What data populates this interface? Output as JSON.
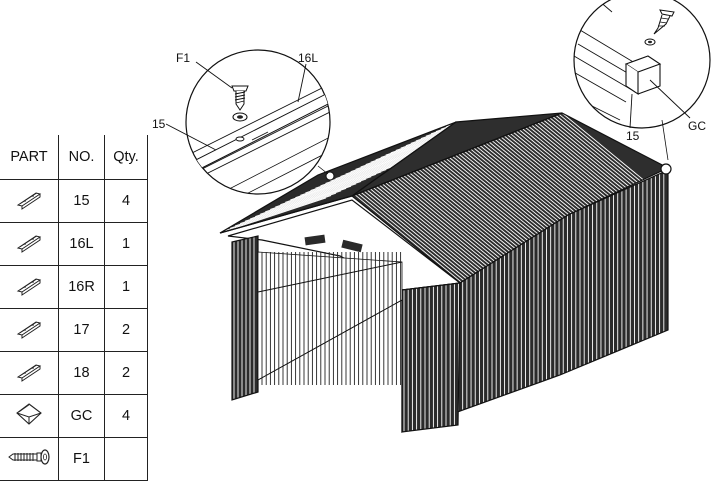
{
  "table": {
    "headers": [
      "PART",
      "NO.",
      "Qty."
    ],
    "rows": [
      {
        "no": "15",
        "qty": "4",
        "icon": "rail-part-icon"
      },
      {
        "no": "16L",
        "qty": "1",
        "icon": "rail-part-icon"
      },
      {
        "no": "16R",
        "qty": "1",
        "icon": "rail-part-icon"
      },
      {
        "no": "17",
        "qty": "2",
        "icon": "rail-part-icon"
      },
      {
        "no": "18",
        "qty": "2",
        "icon": "rail-part-icon"
      },
      {
        "no": "GC",
        "qty": "4",
        "icon": "gable-cap-icon"
      },
      {
        "no": "F1",
        "qty": "",
        "icon": "screw-icon"
      }
    ]
  },
  "callouts": {
    "left": {
      "screw": "F1",
      "rail": "16L",
      "beam": "15"
    },
    "right": {
      "beam": "15",
      "cap": "GC"
    }
  }
}
